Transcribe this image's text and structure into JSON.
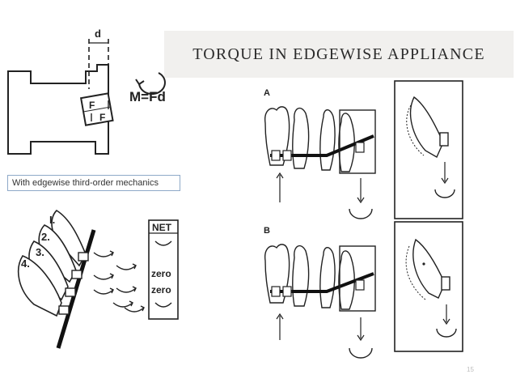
{
  "slide": {
    "title": "TORQUE IN EDGEWISE APPLIANCE",
    "caption": "With edgewise third-order mechanics",
    "page_number": "15"
  },
  "figure_moment": {
    "dimension_label": "d",
    "force_label_1": "F",
    "force_label_2": "F",
    "equation": "M=Fd"
  },
  "figure_net": {
    "tooth_labels": [
      "I.",
      "2.",
      "3.",
      "4."
    ],
    "net_label": "NET",
    "zero_label_1": "zero",
    "zero_label_2": "zero"
  },
  "figure_ab": {
    "panel_a_label": "A",
    "panel_b_label": "B"
  }
}
